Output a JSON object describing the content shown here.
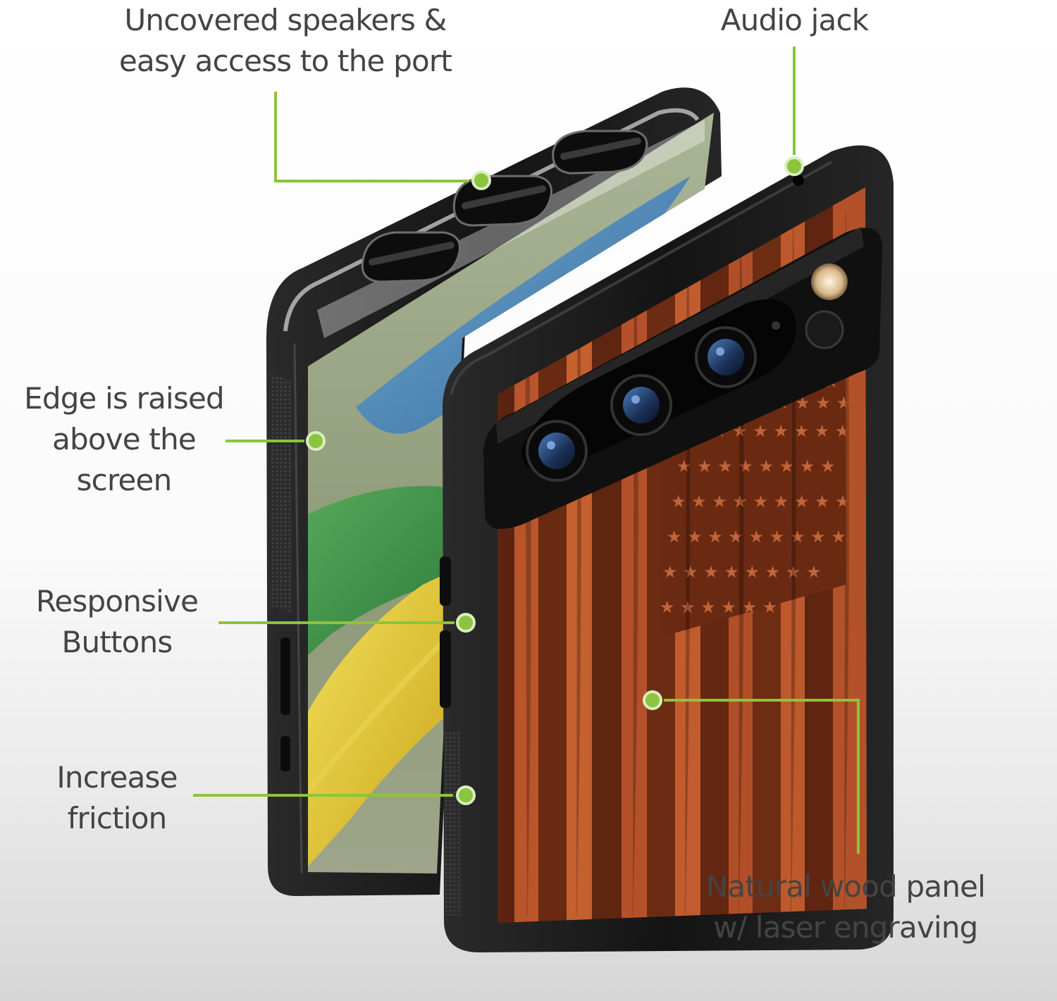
{
  "colors": {
    "accent": "#8cc43d",
    "label_text": "#444444",
    "case_black": "#1b1b1b",
    "wood_dark": "#6a2c12",
    "wood_light": "#b8542a"
  },
  "callouts": {
    "speakers": {
      "line1": "Uncovered speakers &",
      "line2": "easy access to the port"
    },
    "audio": {
      "line1": "Audio jack"
    },
    "edge": {
      "line1": "Edge is raised",
      "line2": "above the",
      "line3": "screen"
    },
    "buttons": {
      "line1": "Responsive",
      "line2": "Buttons"
    },
    "friction": {
      "line1": "Increase",
      "line2": "friction"
    },
    "wood": {
      "line1": "Natural wood panel",
      "line2": "w/ laser engraving"
    }
  },
  "icons": [
    "phone-case-front-illustration",
    "phone-case-back-illustration",
    "camera-bar-icon",
    "flag-stars-icon"
  ]
}
